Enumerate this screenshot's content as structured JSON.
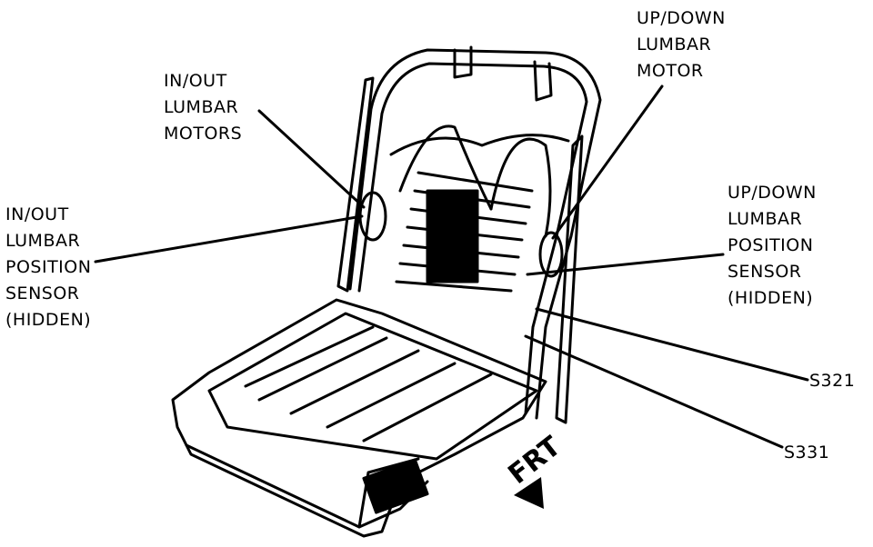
{
  "labels": {
    "inout_motors": [
      "IN/OUT",
      "LUMBAR",
      "MOTORS"
    ],
    "updown_motor": [
      "UP/DOWN",
      "LUMBAR",
      "MOTOR"
    ],
    "inout_sensor": [
      "IN/OUT",
      "LUMBAR",
      "POSITION",
      "SENSOR",
      "(HIDDEN)"
    ],
    "updown_sensor": [
      "UP/DOWN",
      "LUMBAR",
      "POSITION",
      "SENSOR",
      "(HIDDEN)"
    ],
    "s321": "S321",
    "s331": "S331",
    "frt": "FRT"
  },
  "colors": {
    "ink": "#000000",
    "paper": "#ffffff"
  }
}
